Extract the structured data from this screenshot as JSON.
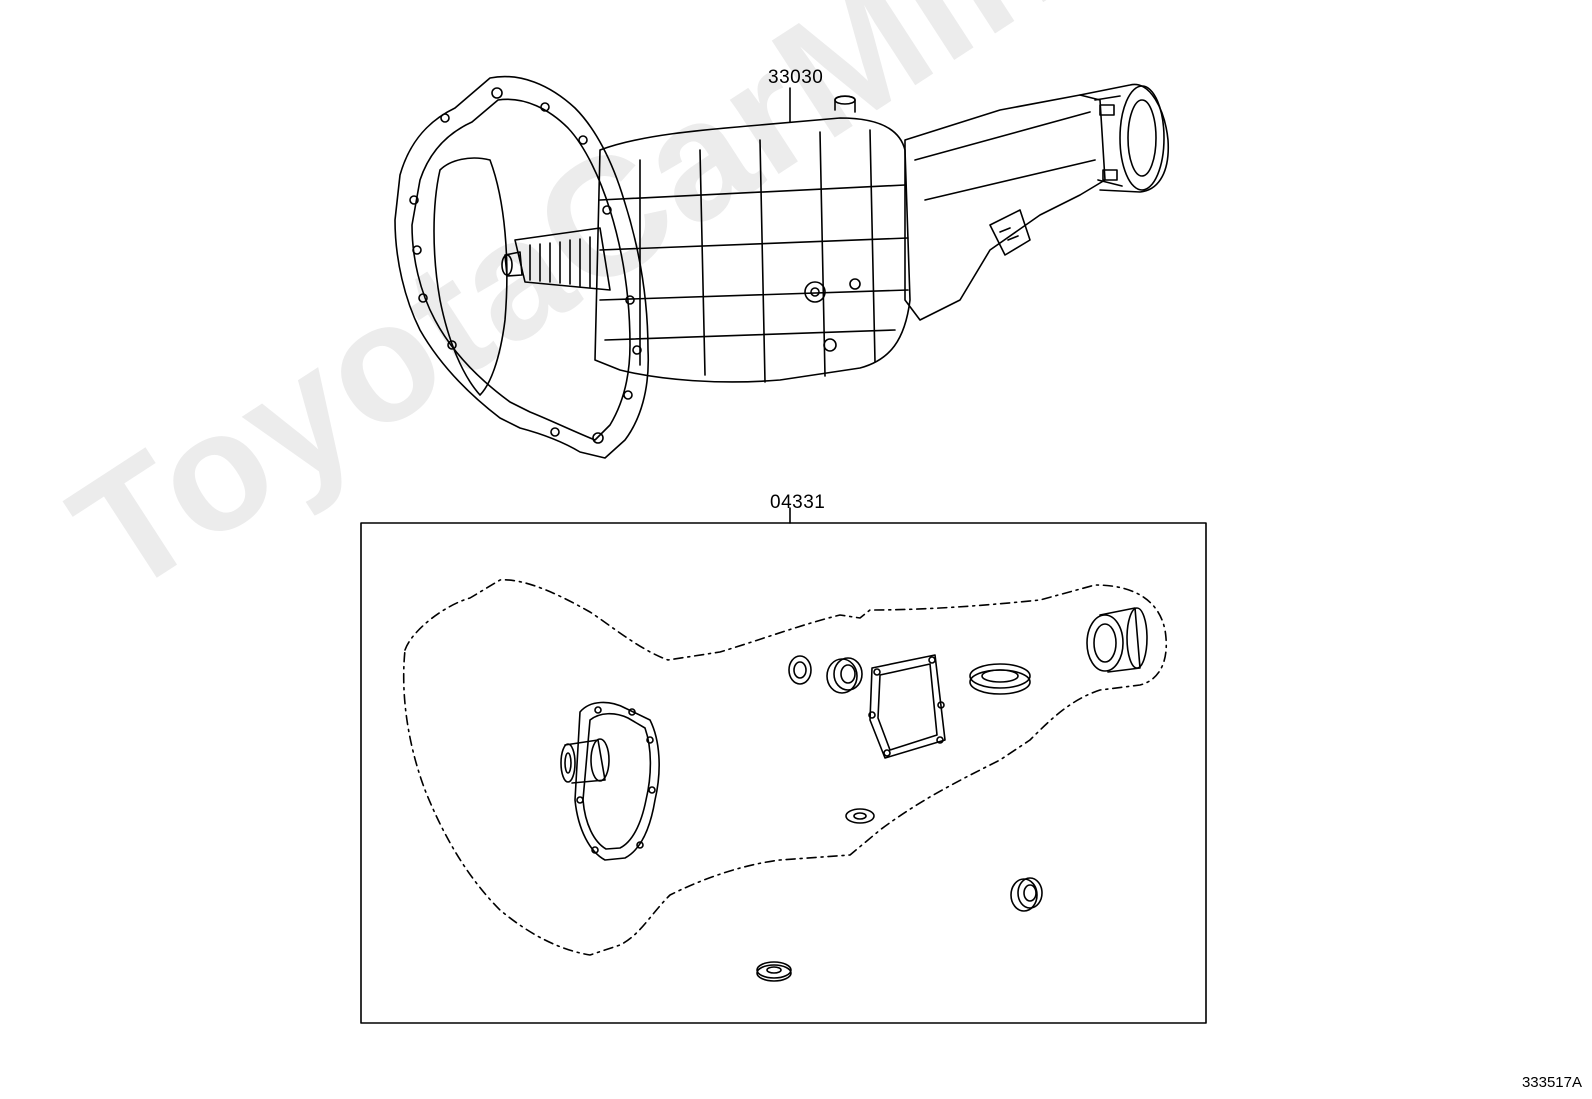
{
  "parts": {
    "transmission_assembly": {
      "part_number": "33030"
    },
    "gasket_kit": {
      "part_number": "04331"
    }
  },
  "figure_code": "333517A",
  "watermark": "ToyotaCarMine.ru",
  "colors": {
    "line": "#000000",
    "watermark": "#ececec",
    "background": "#ffffff"
  }
}
